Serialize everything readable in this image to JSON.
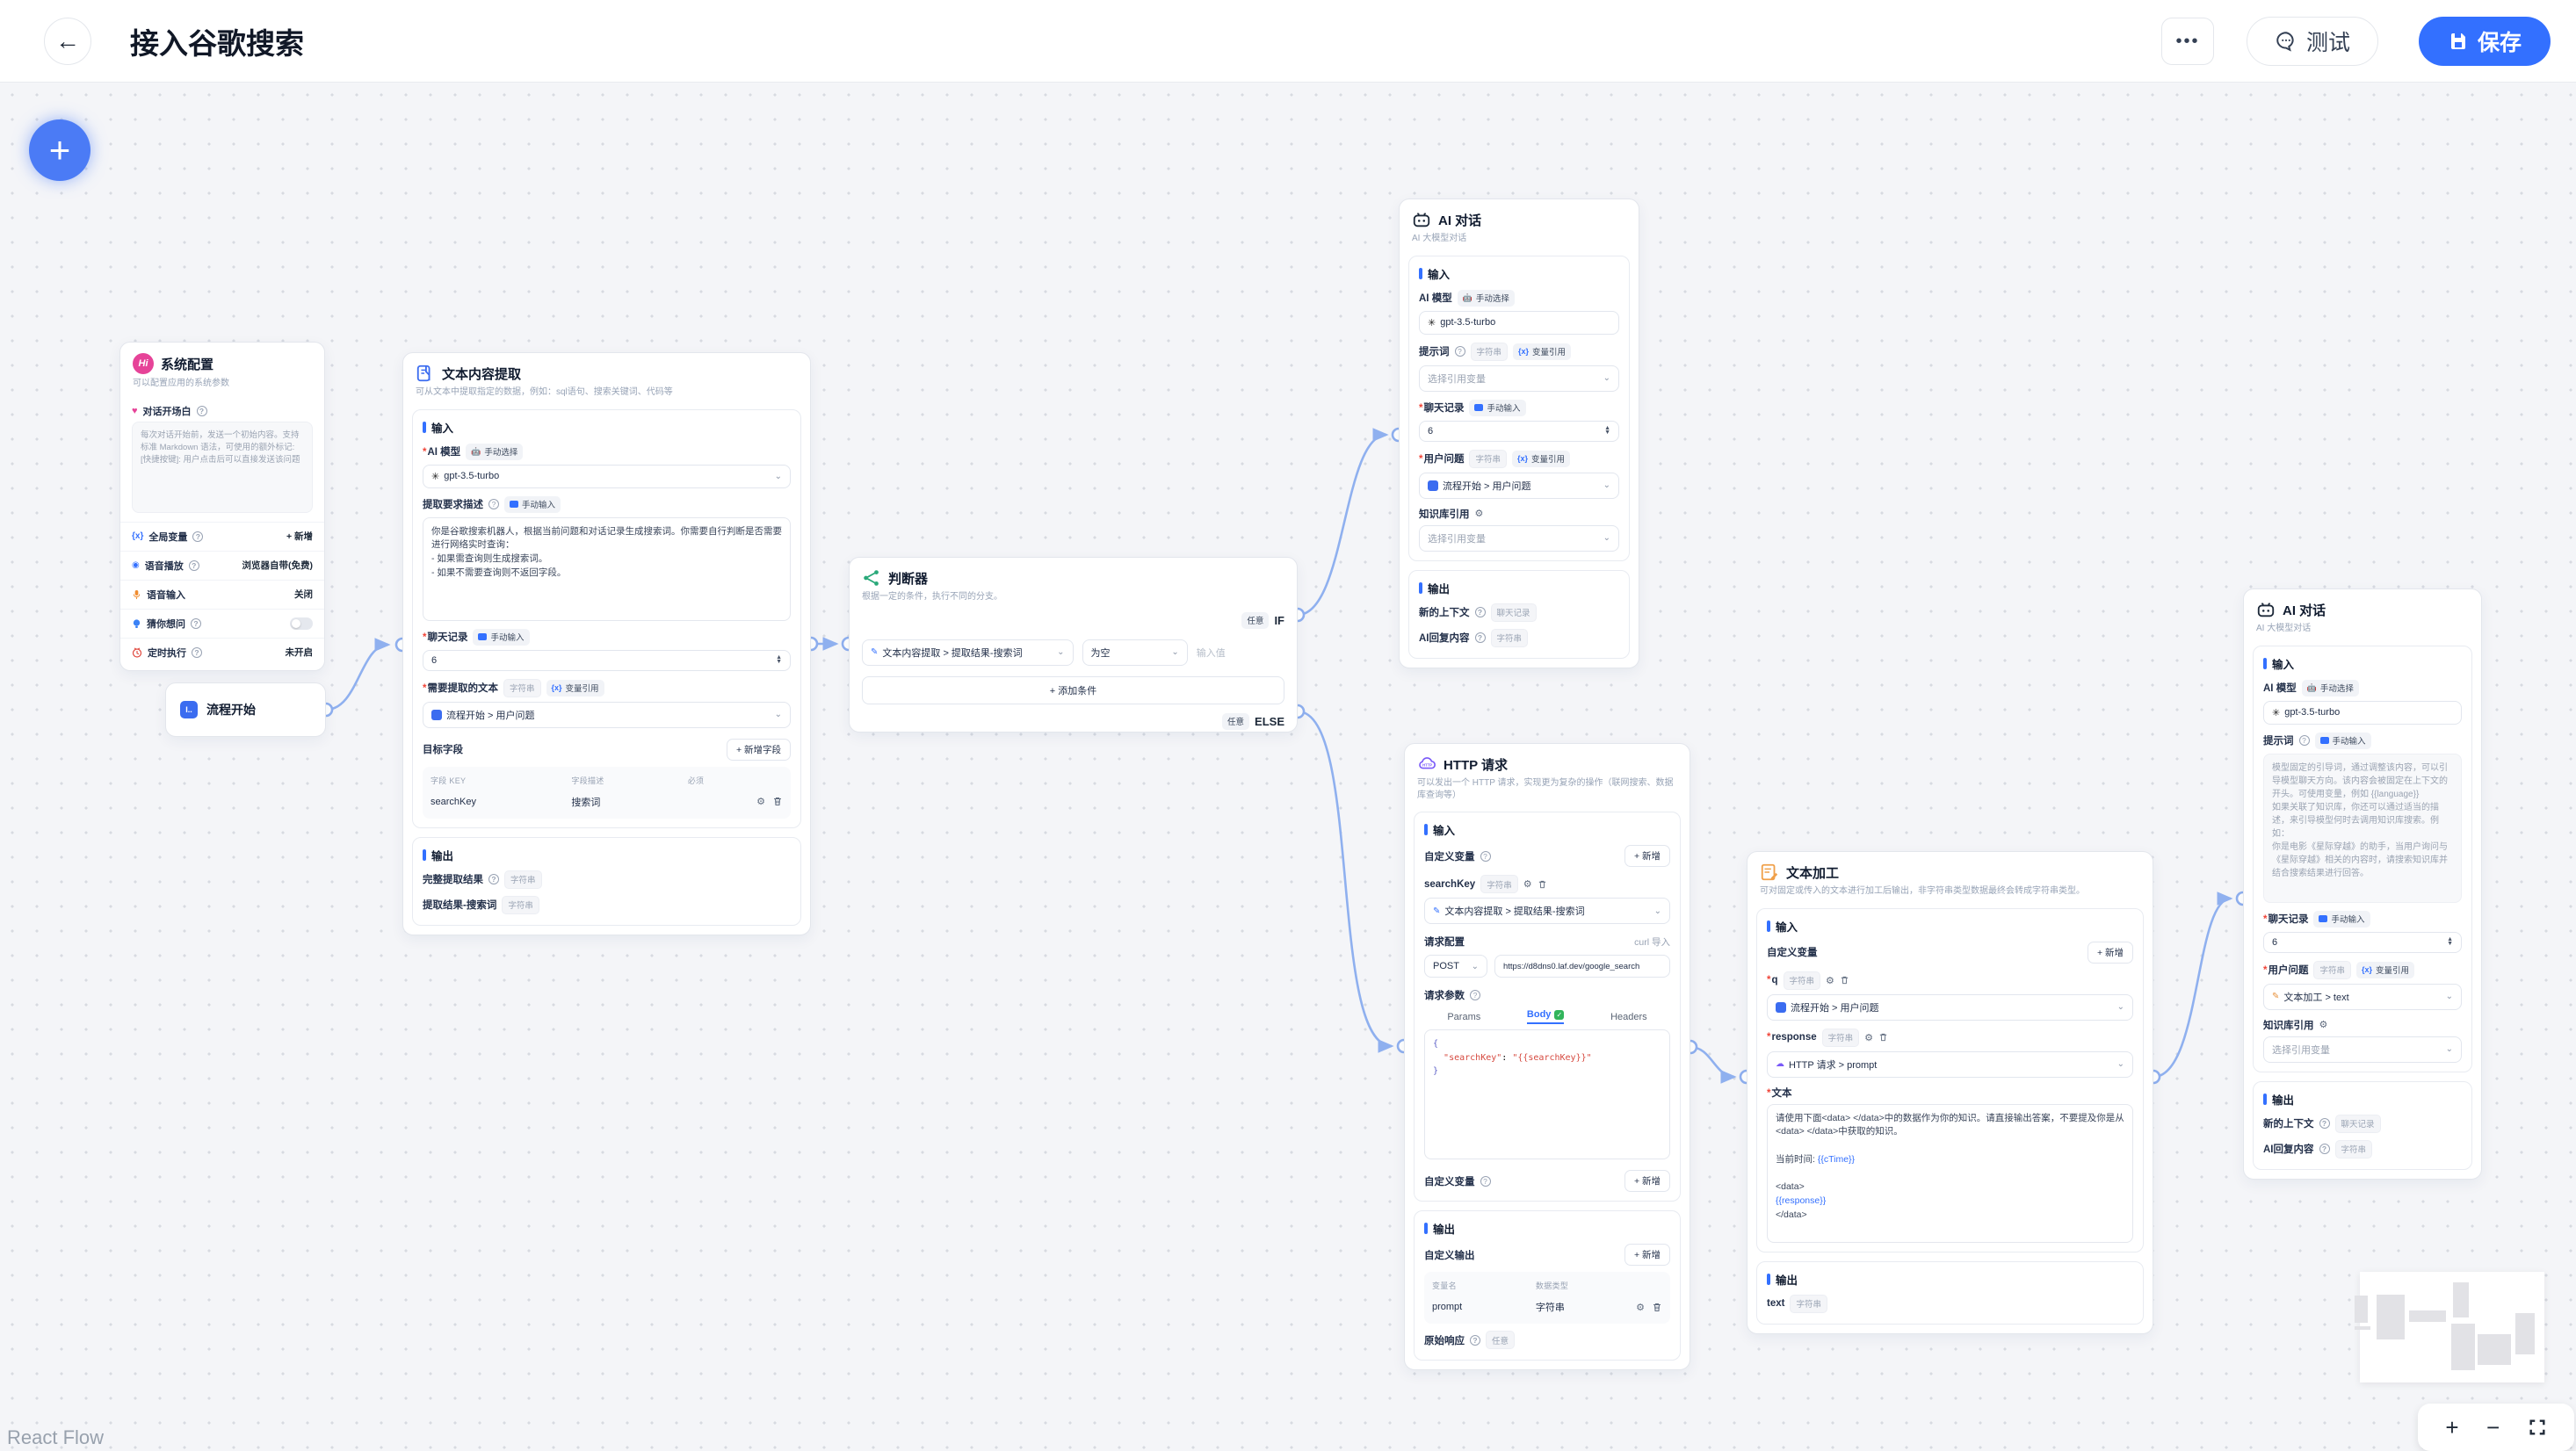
{
  "header": {
    "title": "接入谷歌搜索",
    "test": "测试",
    "save": "保存"
  },
  "icons": {
    "more": "•••",
    "back": "←",
    "plus": "+",
    "minus": "−",
    "help": "?",
    "chevron": "⌄",
    "caret_up": "▲",
    "caret_down": "▼",
    "var": "{x}",
    "gear": "⚙",
    "check": "✓",
    "fab_plus": "+",
    "heart": "♥",
    "speaker": "◉",
    "start_glyph": "I..",
    "hi": "Hi"
  },
  "labels": {
    "input": "输入",
    "output": "输出",
    "string": "字符串",
    "var_ref": "变量引用",
    "manual_select": "手动选择",
    "manual_input": "手动输入",
    "chat_history_badge": "聊天记录",
    "any": "任意",
    "add_new": "+ 新增",
    "model": "AI 模型",
    "history": "聊天记录",
    "question": "用户问题",
    "kb": "知识库引用",
    "select_var": "选择引用变量",
    "new_context": "新的上下文",
    "ai_reply": "AI回复内容",
    "prompt": "提示词",
    "custom_vars": "自定义变量",
    "gpt": "gpt-3.5-turbo",
    "history_count": "6"
  },
  "system": {
    "title": "系统配置",
    "subtitle": "可以配置应用的系统参数",
    "opening": "对话开场白",
    "opening_ph": "每次对话开始前，发送一个初始内容。支持标准 Markdown 语法，可使用的额外标记:\n[快捷按键]: 用户点击后可以直接发送该问题",
    "global_var": "全局变量",
    "tts": "语音播放",
    "tts_val": "浏览器自带(免费)",
    "stt": "语音输入",
    "stt_val": "关闭",
    "guess": "猜你想问",
    "sched": "定时执行",
    "sched_val": "未开启"
  },
  "start": {
    "title": "流程开始"
  },
  "extract": {
    "title": "文本内容提取",
    "subtitle": "可从文本中提取指定的数据，例如：sql语句、搜索关键词、代码等",
    "desc_label": "提取要求描述",
    "desc": "你是谷歌搜索机器人，根据当前问题和对话记录生成搜索词。你需要自行判断是否需要进行网络实时查询：\n- 如果需查询则生成搜索词。\n- 如果不需要查询则不返回字段。",
    "source_label": "需要提取的文本",
    "source_val": "流程开始 > 用户问题",
    "target_fields": "目标字段",
    "add_field": "+ 新增字段",
    "th_key": "字段 KEY",
    "th_desc": "字段描述",
    "th_req": "必须",
    "row_key": "searchKey",
    "row_desc": "搜索词",
    "out_full": "完整提取结果",
    "out_key": "提取结果-搜索词"
  },
  "judge": {
    "title": "判断器",
    "subtitle": "根据一定的条件，执行不同的分支。",
    "if": "IF",
    "else": "ELSE",
    "cond_left": "文本内容提取 > 提取结果-搜索词",
    "cond_op": "为空",
    "cond_ph": "输入值",
    "add_cond": "+ 添加条件"
  },
  "ai_top": {
    "title": "AI 对话",
    "subtitle": "AI 大模型对话",
    "prompt_val": "选择引用变量",
    "question_val": "流程开始 > 用户问题",
    "kb_val": "选择引用变量"
  },
  "http": {
    "title": "HTTP 请求",
    "subtitle": "可以发出一个 HTTP 请求，实现更为复杂的操作（联网搜索、数据库查询等）",
    "var_name": "searchKey",
    "var_val": "文本内容提取 > 提取结果-搜索词",
    "req_config": "请求配置",
    "curl": "curl 导入",
    "method": "POST",
    "url": "https://d8dns0.laf.dev/google_search",
    "req_params": "请求参数",
    "tab_params": "Params",
    "tab_body": "Body",
    "tab_headers": "Headers",
    "code_open": "{",
    "code_mid_key": "\"searchKey\"",
    "code_colon": ": ",
    "code_mid_val": "\"{{searchKey}}\"",
    "code_close": "}",
    "custom_out": "自定义输出",
    "th_var": "变量名",
    "th_type": "数据类型",
    "row_var": "prompt",
    "row_type": "字符串",
    "raw": "原始响应"
  },
  "textproc": {
    "title": "文本加工",
    "subtitle": "可对固定或传入的文本进行加工后输出，非字符串类型数据最终会转成字符串类型。",
    "v1": "q",
    "v1_val": "流程开始 > 用户问题",
    "v2": "response",
    "v2_val": "HTTP 请求 > prompt",
    "text_label": "文本",
    "t1": "请使用下面<data> </data>中的数据作为你的知识。请直接输出答案，不要提及你是从<data> </data>中获取的知识。",
    "t2_pre": "当前时间: ",
    "t2_var": "{{cTime}}",
    "t3": "<data>",
    "t4_var": "{{response}}",
    "t5": "</data>",
    "out_name": "text"
  },
  "ai_right": {
    "title": "AI 对话",
    "subtitle": "AI 大模型对话",
    "prompt_ph": "模型固定的引导词，通过调整该内容，可以引导模型聊天方向。该内容会被固定在上下文的开头。可使用变量，例如 {{language}}\n如果关联了知识库，你还可以通过适当的描述，来引导模型何时去调用知识库搜索。例如：\n你是电影《星际穿越》的助手，当用户询问与《星际穿越》相关的内容时，请搜索知识库并结合搜索结果进行回答。",
    "question_val": "文本加工 > text"
  },
  "misc": {
    "attribution": "React Flow"
  }
}
